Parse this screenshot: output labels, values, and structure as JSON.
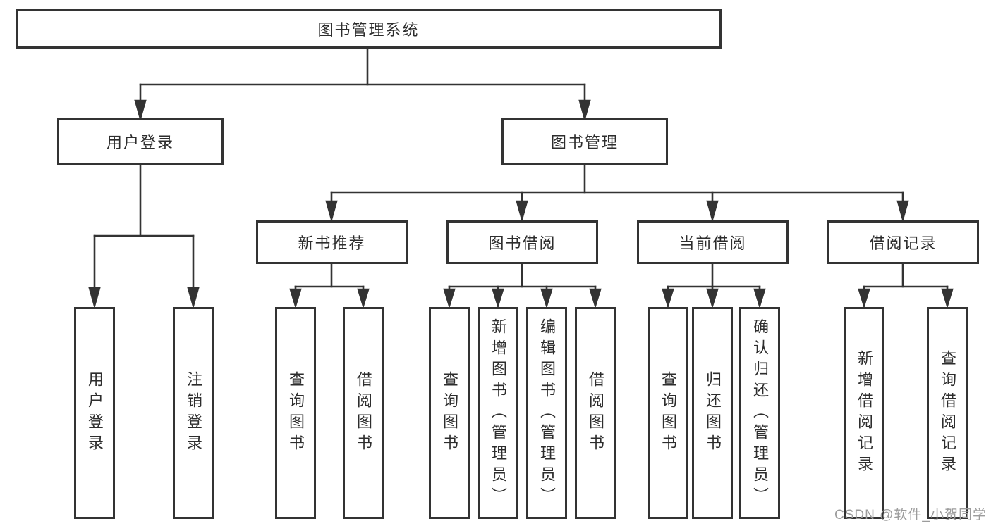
{
  "tree": {
    "root": {
      "label": "图书管理系统"
    },
    "branches": [
      {
        "label": "用户登录",
        "children": [
          {
            "label": "用户登录"
          },
          {
            "label": "注销登录"
          }
        ]
      },
      {
        "label": "图书管理",
        "children": [
          {
            "label": "新书推荐",
            "children": [
              {
                "label": "查询图书"
              },
              {
                "label": "借阅图书"
              }
            ]
          },
          {
            "label": "图书借阅",
            "children": [
              {
                "label": "查询图书"
              },
              {
                "label": "新增图书（管理员）"
              },
              {
                "label": "编辑图书（管理员）"
              },
              {
                "label": "借阅图书"
              }
            ]
          },
          {
            "label": "当前借阅",
            "children": [
              {
                "label": "查询图书"
              },
              {
                "label": "归还图书"
              },
              {
                "label": "确认归还（管理员）"
              }
            ]
          },
          {
            "label": "借阅记录",
            "children": [
              {
                "label": "新增借阅记录"
              },
              {
                "label": "查询借阅记录"
              }
            ]
          }
        ]
      }
    ]
  },
  "watermark": {
    "text": "CSDN @软件_小贺同学"
  },
  "colors": {
    "line": "#333333",
    "box_border": "#333333",
    "text": "#2d2d2d",
    "watermark": "#9c9c9c",
    "background": "#ffffff"
  }
}
